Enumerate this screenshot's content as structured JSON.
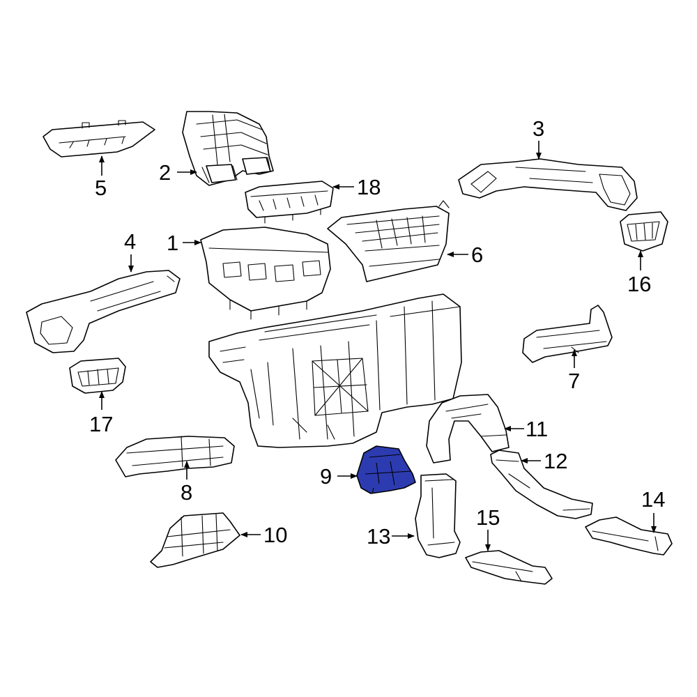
{
  "diagram": {
    "highlight_color": "#2d3bb0",
    "highlighted_part": "9",
    "callouts": [
      {
        "id": "c1",
        "label": "1"
      },
      {
        "id": "c2",
        "label": "2"
      },
      {
        "id": "c3",
        "label": "3"
      },
      {
        "id": "c4",
        "label": "4"
      },
      {
        "id": "c5",
        "label": "5"
      },
      {
        "id": "c6",
        "label": "6"
      },
      {
        "id": "c7",
        "label": "7"
      },
      {
        "id": "c8",
        "label": "8"
      },
      {
        "id": "c9",
        "label": "9"
      },
      {
        "id": "c10",
        "label": "10"
      },
      {
        "id": "c11",
        "label": "11"
      },
      {
        "id": "c12",
        "label": "12"
      },
      {
        "id": "c13",
        "label": "13"
      },
      {
        "id": "c14",
        "label": "14"
      },
      {
        "id": "c15",
        "label": "15"
      },
      {
        "id": "c16",
        "label": "16"
      },
      {
        "id": "c17",
        "label": "17"
      },
      {
        "id": "c18",
        "label": "18"
      }
    ]
  }
}
